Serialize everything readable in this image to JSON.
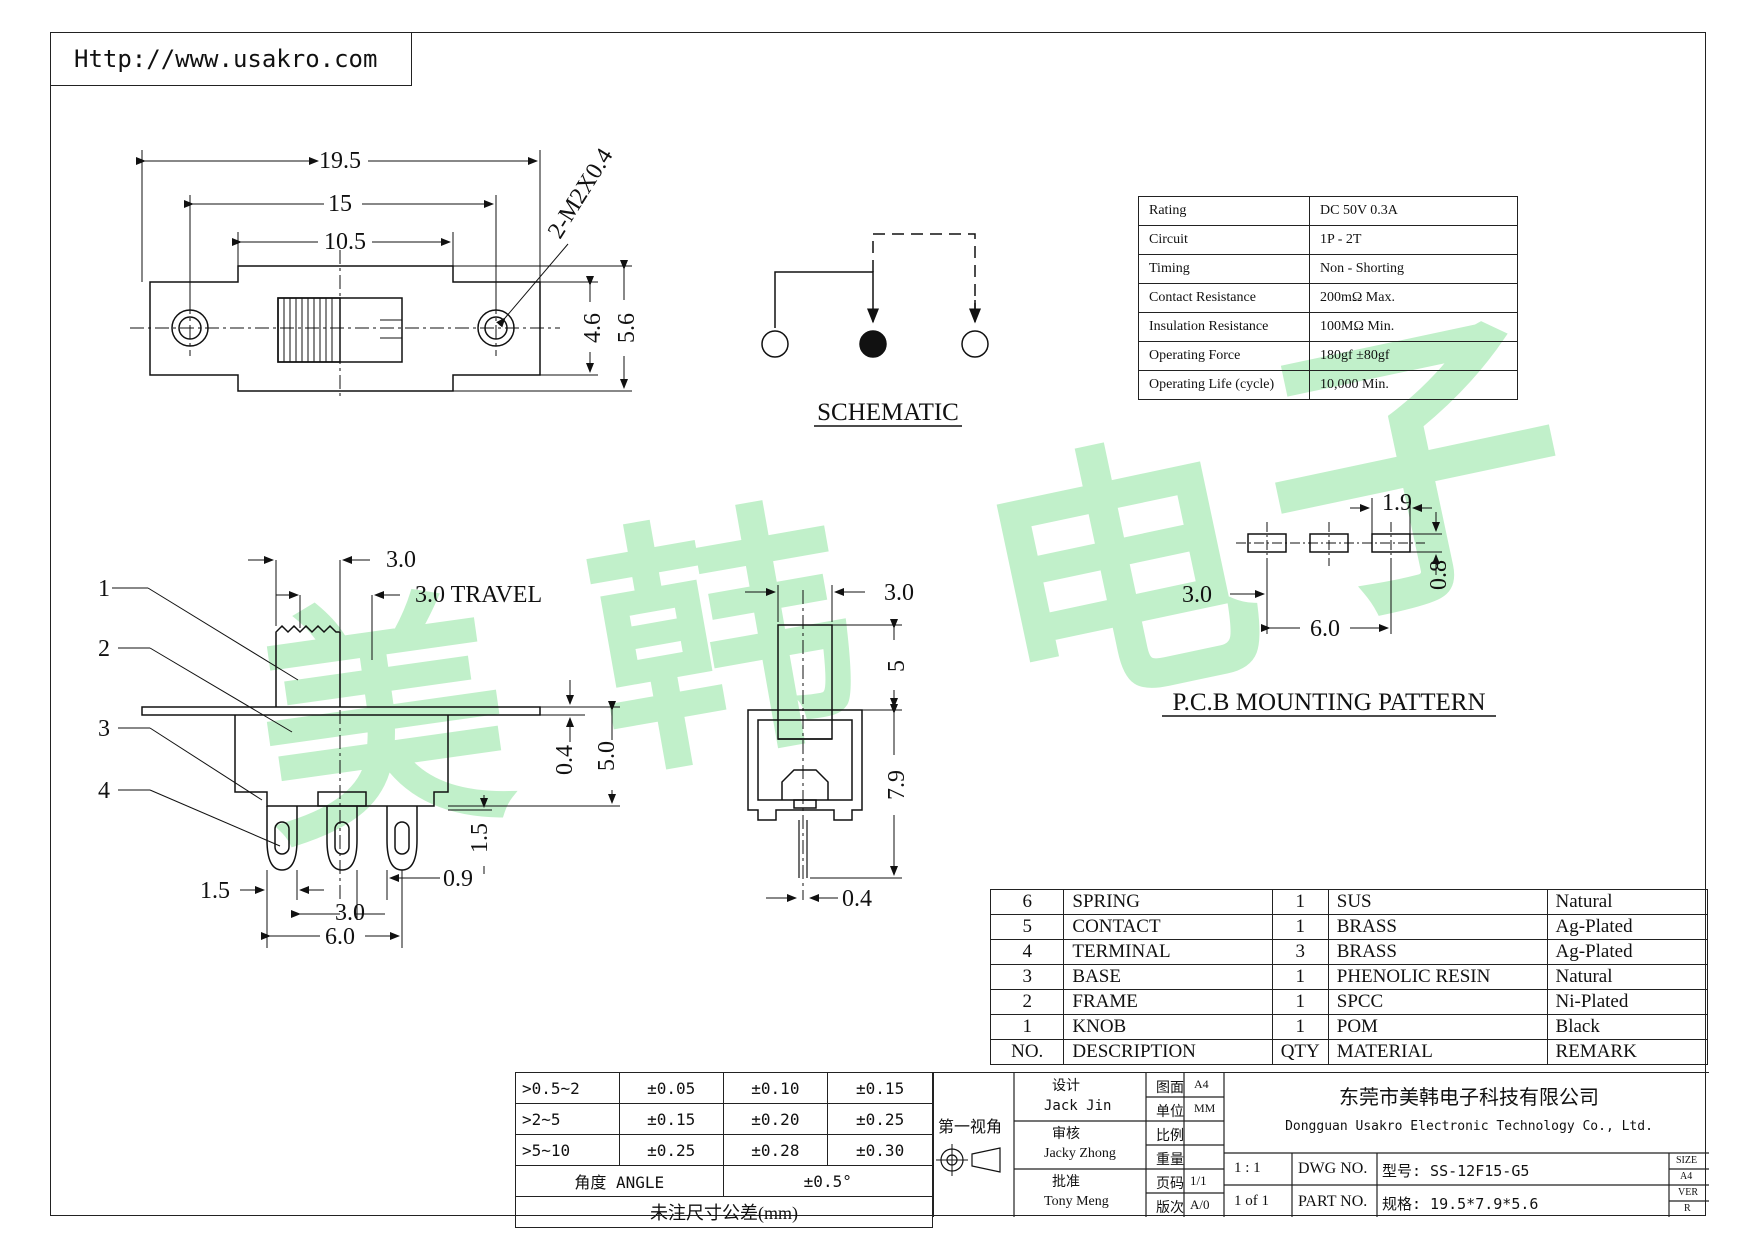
{
  "url": "Http://www.usakro.com",
  "watermark": [
    "美",
    "韩",
    "电",
    "子"
  ],
  "top_view": {
    "dims": [
      "19.5",
      "15",
      "10.5",
      "2-M2X0.4",
      "4.6",
      "5.6"
    ]
  },
  "schematic": {
    "title": "SCHEMATIC"
  },
  "specs": [
    {
      "name": "Rating",
      "value": "DC 50V  0.3A"
    },
    {
      "name": "Circuit",
      "value": "1P - 2T"
    },
    {
      "name": "Timing",
      "value": "Non - Shorting"
    },
    {
      "name": "Contact Resistance",
      "value": "200mΩ  Max."
    },
    {
      "name": "Insulation Resistance",
      "value": "100MΩ  Min."
    },
    {
      "name": "Operating Force",
      "value": "180gf  ±80gf"
    },
    {
      "name": "Operating Life (cycle)",
      "value": "10,000  Min."
    }
  ],
  "side_view": {
    "callouts": [
      "1",
      "2",
      "3",
      "4"
    ],
    "dims": [
      "3.0",
      "3.0 TRAVEL",
      "0.4",
      "5.0",
      "1.5",
      "1.5",
      "0.9",
      "3.0",
      "6.0"
    ]
  },
  "end_view": {
    "dims": [
      "3.0",
      "5",
      "7.9",
      "0.4"
    ]
  },
  "pcb": {
    "title": "P.C.B MOUNTING PATTERN",
    "dims": [
      "1.9",
      "3.0",
      "6.0",
      "0.8"
    ]
  },
  "bom": {
    "header": {
      "no": "NO.",
      "description": "DESCRIPTION",
      "qty": "QTY",
      "material": "MATERIAL",
      "remark": "REMARK"
    },
    "rows": [
      {
        "no": "6",
        "description": "SPRING",
        "qty": "1",
        "material": "SUS",
        "remark": "Natural"
      },
      {
        "no": "5",
        "description": "CONTACT",
        "qty": "1",
        "material": "BRASS",
        "remark": "Ag-Plated"
      },
      {
        "no": "4",
        "description": "TERMINAL",
        "qty": "3",
        "material": "BRASS",
        "remark": "Ag-Plated"
      },
      {
        "no": "3",
        "description": "BASE",
        "qty": "1",
        "material": "PHENOLIC RESIN",
        "remark": "Natural"
      },
      {
        "no": "2",
        "description": "FRAME",
        "qty": "1",
        "material": "SPCC",
        "remark": "Ni-Plated"
      },
      {
        "no": "1",
        "description": "KNOB",
        "qty": "1",
        "material": "POM",
        "remark": "Black"
      }
    ]
  },
  "tolerance": {
    "rows": [
      {
        "range": ">0.5~2",
        "c1": "±0.05",
        "c2": "±0.10",
        "c3": "±0.15"
      },
      {
        "range": ">2~5",
        "c1": "±0.15",
        "c2": "±0.20",
        "c3": "±0.25"
      },
      {
        "range": ">5~10",
        "c1": "±0.25",
        "c2": "±0.28",
        "c3": "±0.30"
      }
    ],
    "angle_label": "角度 ANGLE",
    "angle_value": "±0.5°",
    "footer": "未注尺寸公差(mm)"
  },
  "title_block": {
    "projection": "第一视角",
    "design_label": "设计",
    "design_name": "Jack Jin",
    "review_label": "审核",
    "review_name": "Jacky Zhong",
    "approve_label": "批准",
    "approve_name": "Tony Meng",
    "drawing_label": "图面",
    "drawing_value": "A4",
    "unit_label": "单位",
    "unit_value": "MM",
    "scale_label": "比例",
    "scale_value": "",
    "weight_label": "重量",
    "weight_value": "",
    "page_label": "页码",
    "page_value": "1/1",
    "version_label": "版次",
    "version_value": "A/0",
    "company_cn": "东莞市美韩电子科技有限公司",
    "company_en": "Dongguan Usakro Electronic Technology Co., Ltd.",
    "scale": "1 : 1",
    "sheet": "1 of 1",
    "dwg_label": "DWG NO.",
    "dwg_value": "型号: SS-12F15-G5",
    "part_label": "PART NO.",
    "part_value": "规格: 19.5*7.9*5.6",
    "size_label": "SIZE",
    "size_value": "A4",
    "ver_label": "VER",
    "ver_value": "R"
  }
}
